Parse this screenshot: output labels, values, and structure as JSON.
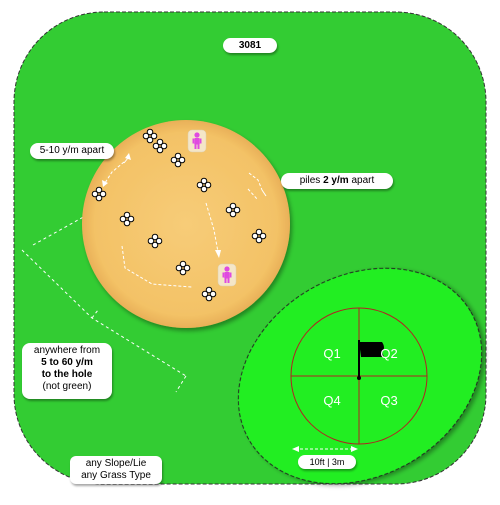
{
  "drill_number": "3081",
  "labels": {
    "spacing_apart": "5-10 y/m apart",
    "piles_prefix": "piles ",
    "piles_distance": "2 y/m",
    "piles_suffix": " apart",
    "anywhere_line1": "anywhere from",
    "anywhere_line2": "5 to 60 y/m",
    "anywhere_line3": "to the hole",
    "anywhere_line4": "(not green)",
    "slope_line1": "any Slope/Lie",
    "slope_line2": "any Grass Type",
    "scale": "10ft  |  3m"
  },
  "quadrants": [
    "Q1",
    "Q2",
    "Q4",
    "Q3"
  ],
  "colors": {
    "field": "#33cc33",
    "sand_area": "#f6c66a",
    "green": "#22ee22",
    "quadrant_lines": "#b22222",
    "player_figure": "#e04ae0",
    "flag": "#000000"
  },
  "icons": {
    "ball_pile": "ball-pile-icon",
    "player": "golfer-figure-icon",
    "flag": "hole-flag-icon"
  }
}
